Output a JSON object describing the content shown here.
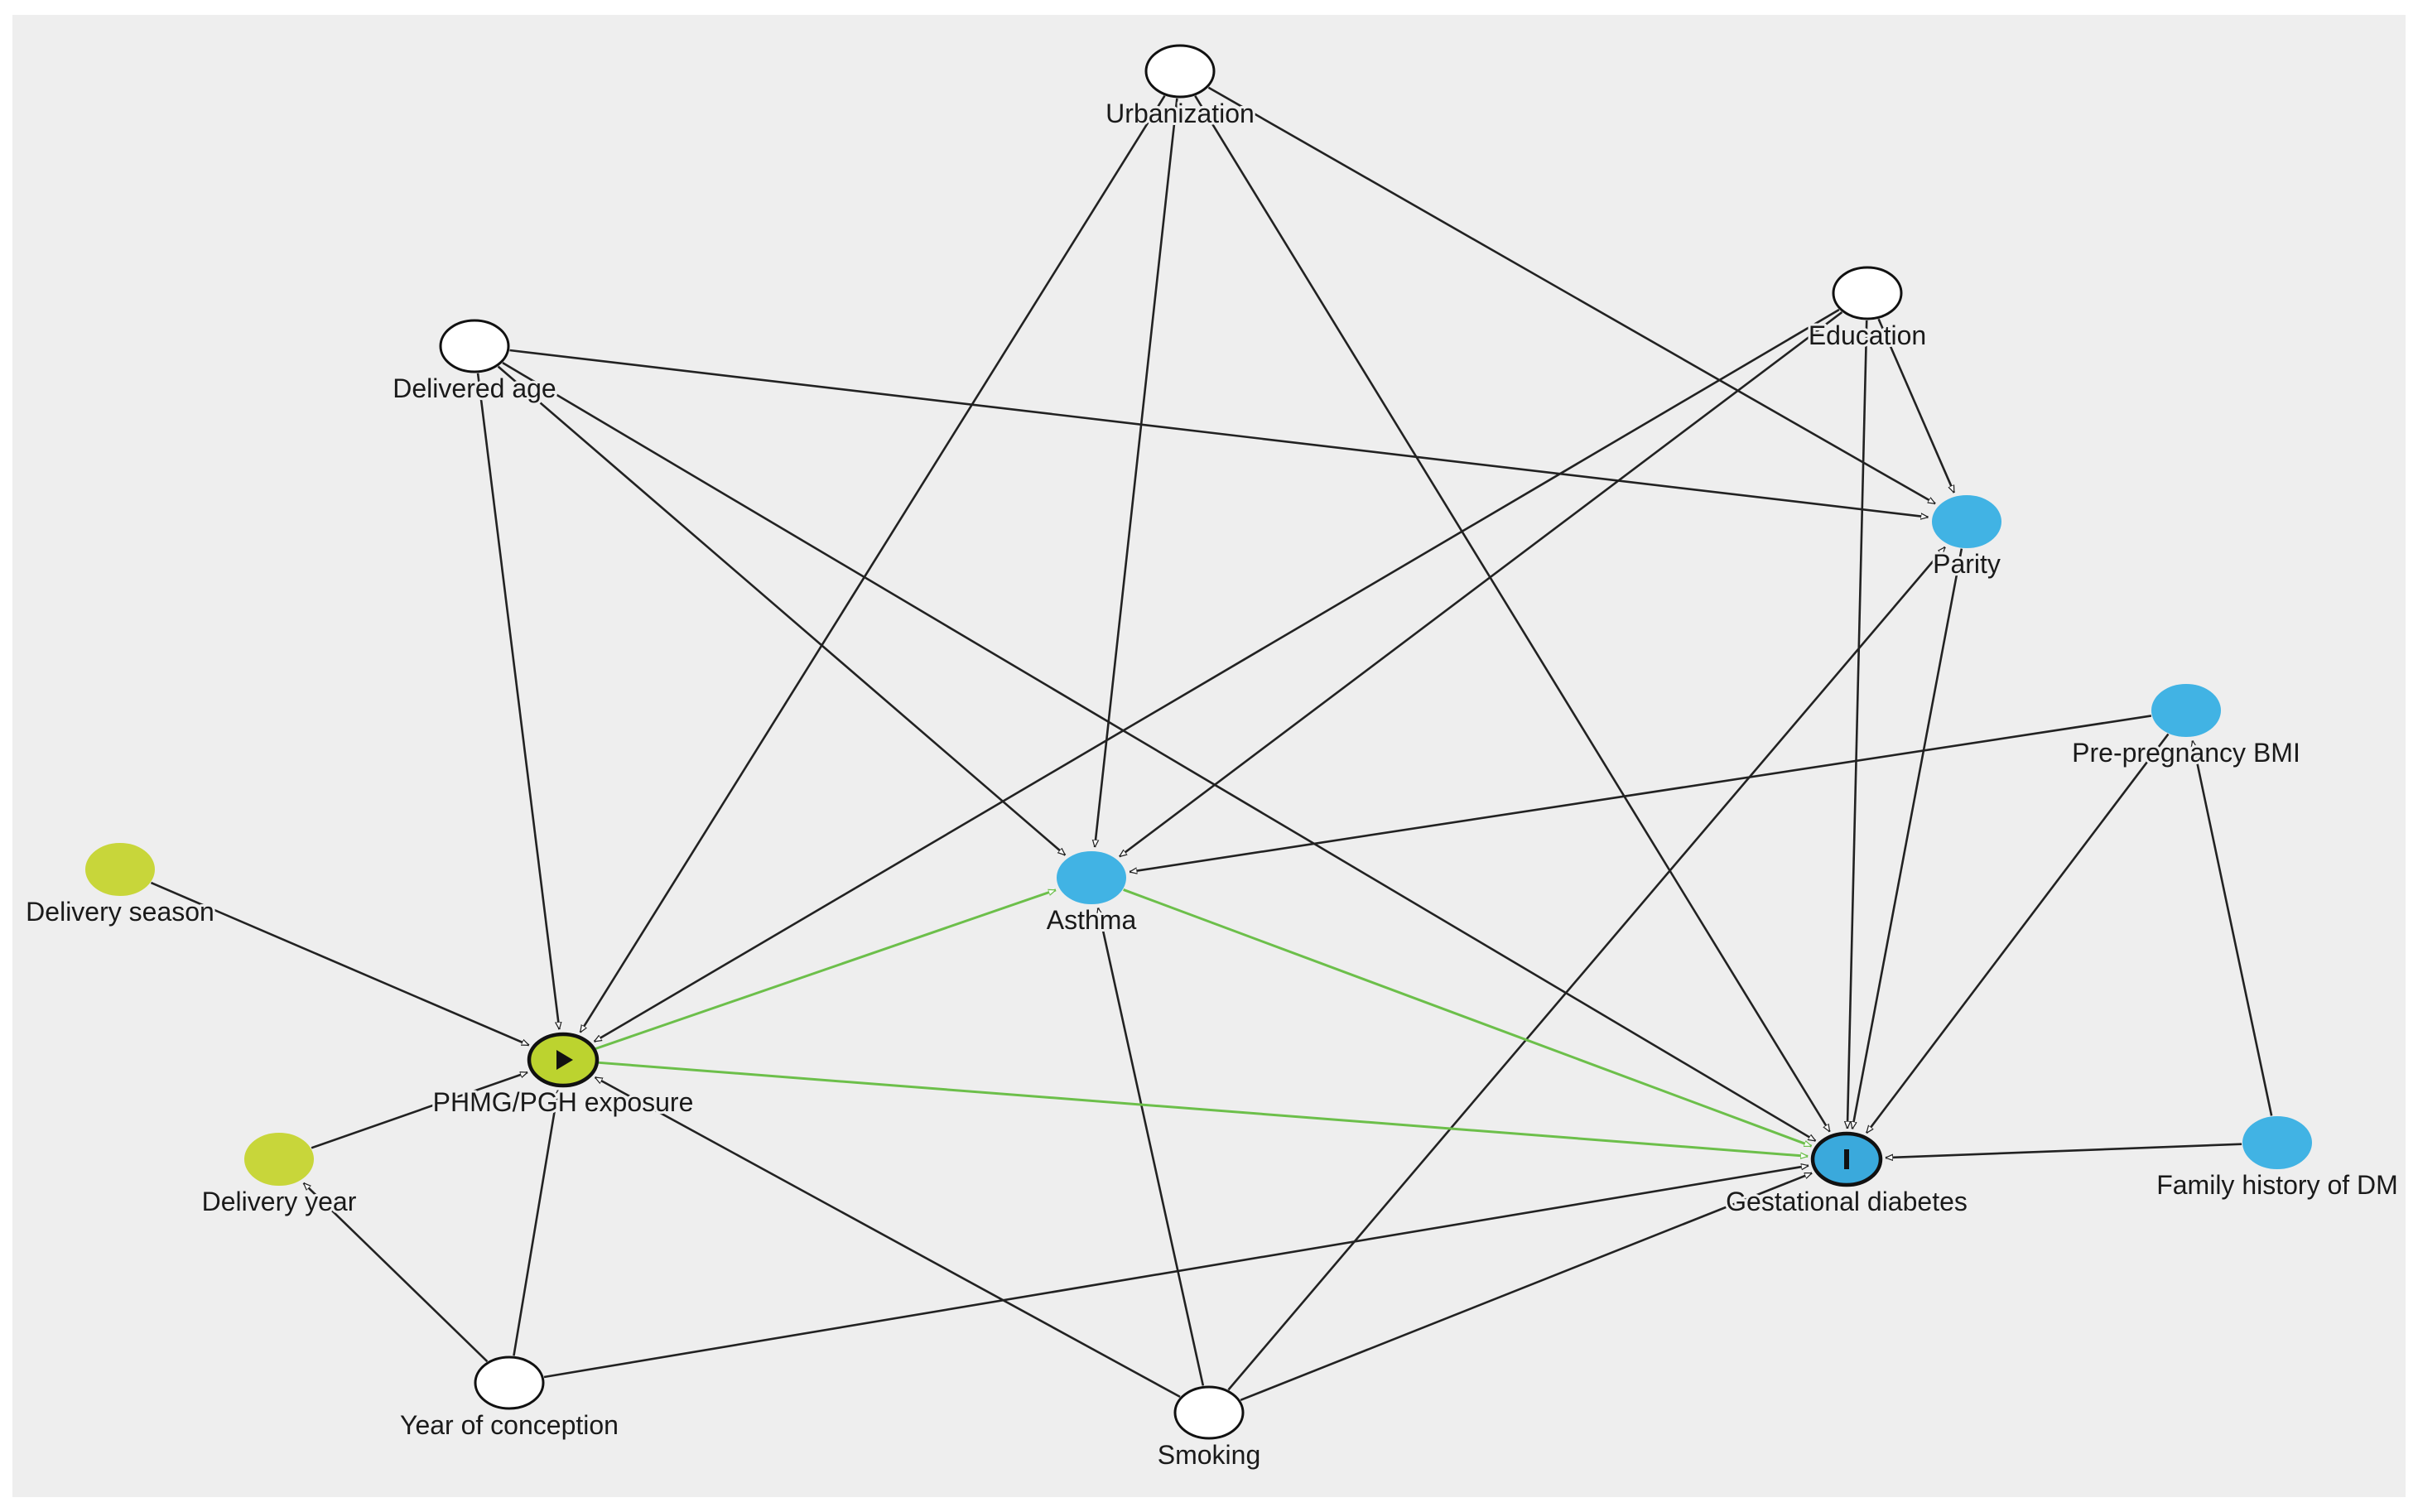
{
  "colors": {
    "background": "#eeeeee",
    "edge": "#222222",
    "causal_path": "#6cbf4a",
    "adjusted": "#ffffff",
    "exposure_ancestor": "#c8d63a",
    "outcome_ancestor": "#41b3e4",
    "exposure": "#bcd32f",
    "outcome": "#3aa9dc"
  },
  "nodes": [
    {
      "id": "urbanization",
      "label": "Urbanization",
      "kind": "plain"
    },
    {
      "id": "education",
      "label": "Education",
      "kind": "plain"
    },
    {
      "id": "delivered_age",
      "label": "Delivered age",
      "kind": "plain"
    },
    {
      "id": "parity",
      "label": "Parity",
      "kind": "outcome_ancestor"
    },
    {
      "id": "pre_bmi",
      "label": "Pre-pregnancy BMI",
      "kind": "outcome_ancestor"
    },
    {
      "id": "delivery_season",
      "label": "Delivery season",
      "kind": "exposure_ancestor"
    },
    {
      "id": "asthma",
      "label": "Asthma",
      "kind": "outcome_ancestor"
    },
    {
      "id": "exposure",
      "label": "PHMG/PGH exposure",
      "kind": "exposure",
      "icon": "play-icon"
    },
    {
      "id": "delivery_year",
      "label": "Delivery year",
      "kind": "exposure_ancestor"
    },
    {
      "id": "gdm",
      "label": "Gestational diabetes",
      "kind": "outcome",
      "icon": "bar-icon"
    },
    {
      "id": "family_dm",
      "label": "Family history of DM",
      "kind": "outcome_ancestor"
    },
    {
      "id": "year_conception",
      "label": "Year of conception",
      "kind": "plain"
    },
    {
      "id": "smoking",
      "label": "Smoking",
      "kind": "plain"
    }
  ],
  "edges": [
    {
      "from": "urbanization",
      "to": "exposure",
      "type": "directed"
    },
    {
      "from": "urbanization",
      "to": "asthma",
      "type": "directed"
    },
    {
      "from": "urbanization",
      "to": "gdm",
      "type": "directed"
    },
    {
      "from": "urbanization",
      "to": "parity",
      "type": "directed"
    },
    {
      "from": "education",
      "to": "parity",
      "type": "directed"
    },
    {
      "from": "education",
      "to": "gdm",
      "type": "directed"
    },
    {
      "from": "education",
      "to": "exposure",
      "type": "directed"
    },
    {
      "from": "education",
      "to": "asthma",
      "type": "directed"
    },
    {
      "from": "delivered_age",
      "to": "exposure",
      "type": "directed"
    },
    {
      "from": "delivered_age",
      "to": "asthma",
      "type": "directed"
    },
    {
      "from": "delivered_age",
      "to": "gdm",
      "type": "directed"
    },
    {
      "from": "delivered_age",
      "to": "parity",
      "type": "directed"
    },
    {
      "from": "parity",
      "to": "gdm",
      "type": "directed"
    },
    {
      "from": "pre_bmi",
      "to": "asthma",
      "type": "directed"
    },
    {
      "from": "pre_bmi",
      "to": "gdm",
      "type": "directed"
    },
    {
      "from": "family_dm",
      "to": "pre_bmi",
      "type": "directed"
    },
    {
      "from": "family_dm",
      "to": "gdm",
      "type": "directed"
    },
    {
      "from": "delivery_season",
      "to": "exposure",
      "type": "directed"
    },
    {
      "from": "delivery_year",
      "to": "exposure",
      "type": "directed"
    },
    {
      "from": "year_conception",
      "to": "delivery_year",
      "type": "directed"
    },
    {
      "from": "year_conception",
      "to": "exposure",
      "type": "directed"
    },
    {
      "from": "year_conception",
      "to": "gdm",
      "type": "directed"
    },
    {
      "from": "smoking",
      "to": "exposure",
      "type": "directed"
    },
    {
      "from": "smoking",
      "to": "asthma",
      "type": "directed"
    },
    {
      "from": "smoking",
      "to": "gdm",
      "type": "directed"
    },
    {
      "from": "smoking",
      "to": "parity",
      "type": "directed"
    },
    {
      "from": "exposure",
      "to": "asthma",
      "type": "causal"
    },
    {
      "from": "exposure",
      "to": "gdm",
      "type": "causal"
    },
    {
      "from": "asthma",
      "to": "gdm",
      "type": "causal"
    }
  ]
}
